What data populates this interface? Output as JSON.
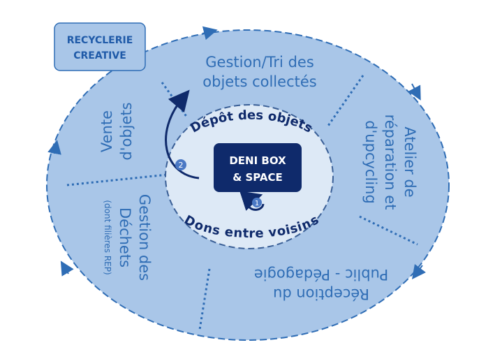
{
  "recyclerie_label": {
    "line1": "RECYCLERIE",
    "line2": "CREATIVE"
  },
  "center": {
    "line1": "DENI BOX",
    "line2": "& SPACE"
  },
  "inner_top": "Dépôt des objets",
  "inner_bottom": "Dons entre voisins",
  "badges": {
    "one": "1",
    "two": "2"
  },
  "segments": {
    "tri": {
      "line1": "Gestion/Tri des",
      "line2": "objets collectés"
    },
    "atelier": {
      "line1": "Atelier de",
      "line2": "réparation et",
      "line3": "d'upcycling"
    },
    "reception": {
      "line1": "Réception du",
      "line2": "Public - Pédagogie"
    },
    "dechets": {
      "line1": "Gestion des",
      "line2": "Déchets",
      "line3": "(dont filières REP)"
    },
    "vente": {
      "line1": "Vente",
      "line2": "d'objets"
    }
  },
  "colors": {
    "outer": "#a9c6e8",
    "inner": "#dde9f6",
    "dark": "#0f2a6b",
    "text": "#2f6db5"
  }
}
